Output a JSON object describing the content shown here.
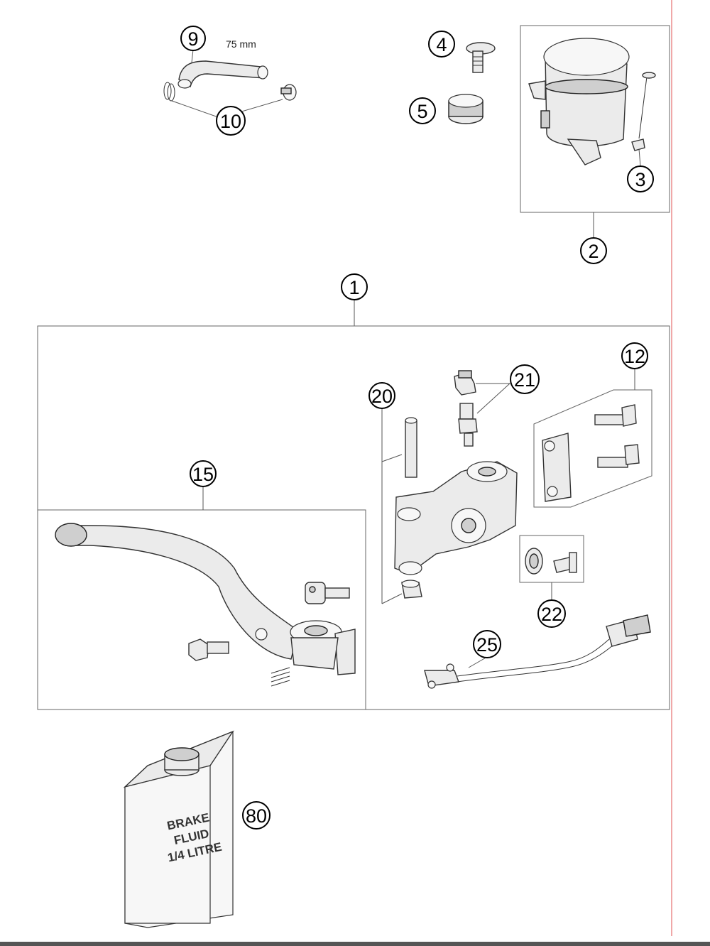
{
  "diagram": {
    "dimension_label": "75 mm",
    "callouts": {
      "c1": "1",
      "c2": "2",
      "c3": "3",
      "c4": "4",
      "c5": "5",
      "c9": "9",
      "c10": "10",
      "c12": "12",
      "c15": "15",
      "c20": "20",
      "c21": "21",
      "c22": "22",
      "c25": "25",
      "c80": "80"
    },
    "can_label": [
      "BRAKE",
      "FLUID",
      "1/4 LITRE"
    ],
    "colors": {
      "margin_line": "#e05050",
      "lines": "#555555"
    }
  }
}
